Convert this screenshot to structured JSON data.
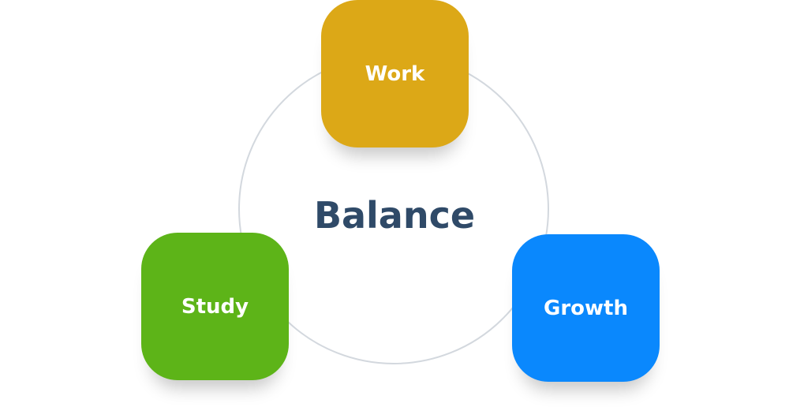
{
  "center": {
    "label": "Balance",
    "color": "#2f4a68"
  },
  "nodes": [
    {
      "label": "Work",
      "color": "#dca817"
    },
    {
      "label": "Study",
      "color": "#5db418"
    },
    {
      "label": "Growth",
      "color": "#0a88fd"
    }
  ]
}
